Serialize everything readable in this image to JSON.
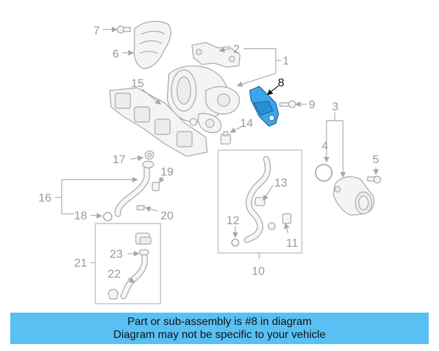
{
  "callouts": {
    "c1": "1",
    "c2": "2",
    "c3": "3",
    "c4": "4",
    "c5": "5",
    "c6": "6",
    "c7": "7",
    "c8": "8",
    "c9": "9",
    "c10": "10",
    "c11": "11",
    "c12": "12",
    "c13": "13",
    "c14": "14",
    "c15": "15",
    "c16": "16",
    "c17": "17",
    "c18": "18",
    "c19": "19",
    "c20": "20",
    "c21": "21",
    "c22": "22",
    "c23": "23"
  },
  "highlight": {
    "part": "8",
    "color": "#3aa6f0"
  },
  "banner": {
    "line1": "Part or sub-assembly is #8 in diagram",
    "line2": "Diagram may not be specific to your vehicle",
    "color": "#59c0f4"
  }
}
